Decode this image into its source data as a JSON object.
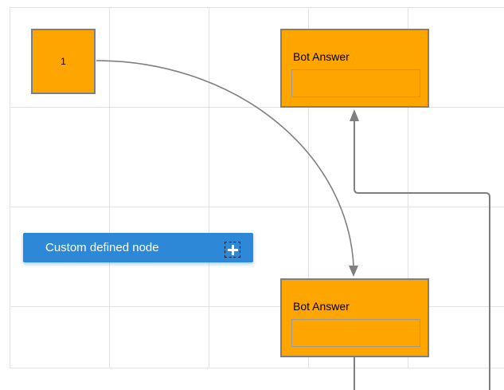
{
  "canvas": {
    "kind": "diagram-grid-canvas"
  },
  "nodes": {
    "start": {
      "label": "1"
    },
    "bot_answer_top": {
      "title": "Bot Answer",
      "answer_value": ""
    },
    "bot_answer_bottom": {
      "title": "Bot Answer",
      "answer_value": ""
    }
  },
  "palette": {
    "custom_node_button": {
      "label": "Custom defined node",
      "icon": "plus-icon"
    }
  },
  "colors": {
    "node_fill": "#FFA500",
    "node_border": "#7F7F7F",
    "connector": "#7F7F7F",
    "accent_blue": "#2E88D8",
    "grid_line": "#E2E2E2"
  }
}
